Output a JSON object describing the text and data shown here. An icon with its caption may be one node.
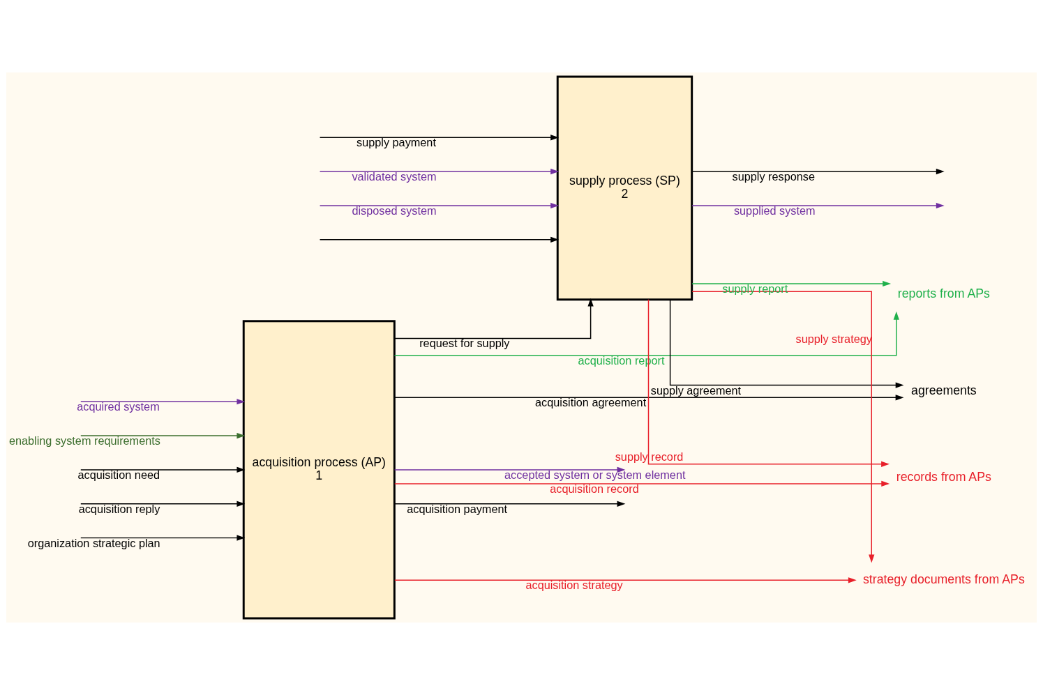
{
  "diagram": {
    "nodes": [
      {
        "text": [
          "acquisition process (AP)",
          "1"
        ]
      },
      {
        "text": [
          "supply process (SP)",
          "2"
        ]
      },
      {
        "text": [
          "agreements"
        ]
      },
      {
        "text": [
          "records from APs"
        ]
      },
      {
        "text": [
          "strategy documents from APs"
        ]
      },
      {
        "text": [
          "reports from APs"
        ]
      }
    ],
    "edges": [
      {
        "from": 0,
        "to": null,
        "arrow": "to",
        "label": "accepted system or system element",
        "color": "#7030a0"
      },
      {
        "from": 0,
        "to": null,
        "arrow": "to",
        "label": "acquisition payment"
      },
      {
        "from": 0,
        "to": 2,
        "arrow": "to",
        "label": "acquisition agreement"
      },
      {
        "from": 0,
        "to": 3,
        "arrow": "to",
        "label": "acquisition record",
        "color": "#e8202a"
      },
      {
        "from": 0,
        "to": 4,
        "arrow": "to",
        "label": "acquisition strategy",
        "color": "#e8202a"
      },
      {
        "from": 0,
        "to": 5,
        "arrow": "to",
        "label": "acquisition report",
        "color": "#20b04b"
      },
      {
        "from": 0,
        "to": 1,
        "arrow": "to",
        "label": "request for supply"
      },
      {
        "from": 1,
        "to": null,
        "arrow": "to",
        "label": "supply response"
      },
      {
        "from": 1,
        "to": null,
        "arrow": "to",
        "label": "supplied system",
        "color": "#7030a0"
      },
      {
        "from": 1,
        "to": 2,
        "arrow": "to",
        "label": "supply agreement"
      },
      {
        "from": 1,
        "to": 3,
        "arrow": "to",
        "label": "supply record",
        "color": "#e8202a"
      },
      {
        "from": 1,
        "to": 4,
        "arrow": "to",
        "label": "supply strategy",
        "color": "#e8202a"
      },
      {
        "from": 1,
        "to": 5,
        "arrow": "to",
        "label": "supply report",
        "color": "#20b04b"
      },
      {
        "from": null,
        "to": 0,
        "arrow": "to",
        "label": "acquired system",
        "color": "#7030a0"
      },
      {
        "from": null,
        "to": 0,
        "arrow": "to",
        "label": "enabling system requirements",
        "color": "#3c6e2e"
      },
      {
        "from": null,
        "to": 0,
        "arrow": "to",
        "label": "acquisition need"
      },
      {
        "from": null,
        "to": 0,
        "arrow": "to",
        "label": "acquisition reply"
      },
      {
        "from": null,
        "to": 0,
        "arrow": "to",
        "label": "organization strategic plan"
      },
      {
        "from": null,
        "to": 1,
        "arrow": "to"
      },
      {
        "from": null,
        "to": 1,
        "arrow": "to",
        "label": "supply payment"
      },
      {
        "from": null,
        "to": 1,
        "arrow": "to",
        "label": "validated system",
        "color": "#7030a0"
      },
      {
        "from": null,
        "to": 1,
        "arrow": "to",
        "label": "disposed system",
        "color": "#7030a0"
      }
    ]
  }
}
